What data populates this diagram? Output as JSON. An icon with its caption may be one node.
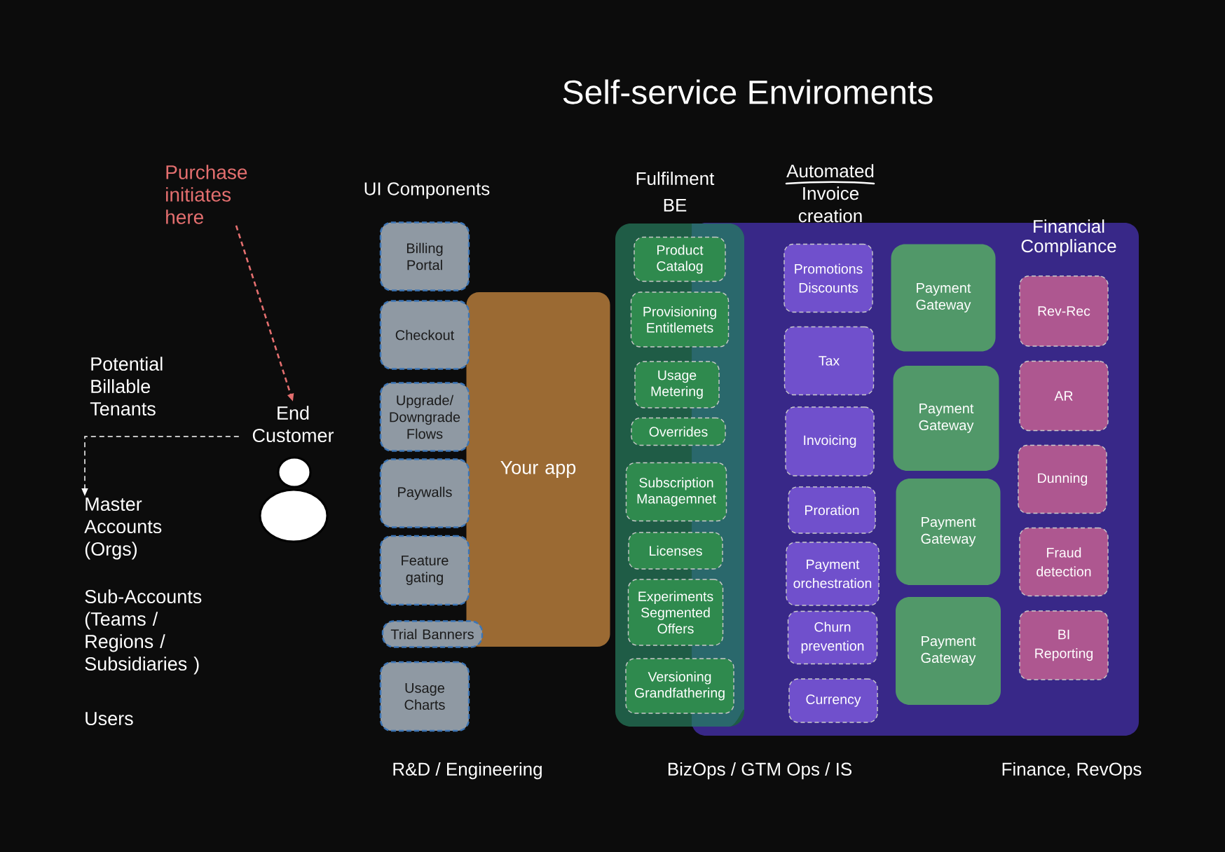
{
  "diagram": {
    "title": "Self-service Enviroments",
    "nodes": [
      {
        "text": [
          "Purchase initiates here"
        ]
      },
      {
        "text": [
          "End Customer"
        ]
      },
      {
        "text": [
          "Master Accounts (Orgs)"
        ]
      },
      {
        "text": [
          "Billing Portal"
        ]
      },
      {
        "text": [
          "Checkout"
        ]
      },
      {
        "text": [
          "Upgrade/Downgrade Flows"
        ]
      },
      {
        "text": [
          "Paywalls"
        ]
      },
      {
        "text": [
          "Feature gating"
        ]
      },
      {
        "text": [
          "Trial Banners"
        ]
      },
      {
        "text": [
          "Usage Charts"
        ]
      },
      {
        "text": [
          "Your app"
        ]
      },
      {
        "text": [
          "Fulfilment BE"
        ]
      },
      {
        "text": [
          "Product Catalog"
        ],
        "in": 11
      },
      {
        "text": [
          "Provisioning Entitlemets"
        ],
        "in": 11
      },
      {
        "text": [
          "Usage Metering"
        ],
        "in": 11
      },
      {
        "text": [
          "Overrides"
        ],
        "in": 11
      },
      {
        "text": [
          "Subscription Managemnet"
        ],
        "in": 11
      },
      {
        "text": [
          "Licenses"
        ],
        "in": 11
      },
      {
        "text": [
          "Experiments Segmented Offers"
        ],
        "in": 11
      },
      {
        "text": [
          "Versioning Grandfathering"
        ],
        "in": 11
      },
      {
        "text": [],
        "shape": "box"
      },
      {
        "text": [
          "Promotions Discounts"
        ],
        "in": 20
      },
      {
        "text": [
          "Tax"
        ],
        "in": 20
      },
      {
        "text": [
          "Invoicing"
        ],
        "in": 20
      },
      {
        "text": [
          "Proration"
        ],
        "in": 20
      },
      {
        "text": [
          "Payment orchestration"
        ],
        "in": 20
      },
      {
        "text": [
          "Churn prevention"
        ],
        "in": 20
      },
      {
        "text": [
          "Currency"
        ],
        "in": 20
      },
      {
        "text": [
          "Payment Gateway"
        ],
        "in": 20
      },
      {
        "text": [
          "Payment Gateway"
        ],
        "in": 20
      },
      {
        "text": [
          "Payment Gateway"
        ],
        "in": 20
      },
      {
        "text": [
          "Payment Gateway"
        ],
        "in": 20
      },
      {
        "text": [
          "Rev-Rec"
        ],
        "in": 20
      },
      {
        "text": [
          "AR"
        ],
        "in": 20
      },
      {
        "text": [
          "Dunning"
        ],
        "in": 20
      },
      {
        "text": [
          "Fraud detection"
        ],
        "in": 20
      },
      {
        "text": [
          "BI Reporting"
        ],
        "in": 20
      }
    ],
    "edges": [
      {
        "from": 0,
        "to": 1,
        "arrow": "to",
        "style": "dashed",
        "color": "#e46f6f"
      },
      {
        "from": 1,
        "to": 2,
        "arrow": "to",
        "style": "dashed",
        "color": "#ffffff"
      }
    ],
    "labels": [
      "Potential Billable Tenants",
      "Sub-Accounts (Teams / Regions / Subsidiaries )",
      "Users",
      "UI Components",
      "Automated Invoice creation",
      "Financial Compliance",
      "R&D / Engineering",
      "BizOps / GTM Ops / IS",
      "Finance, RevOps"
    ]
  }
}
